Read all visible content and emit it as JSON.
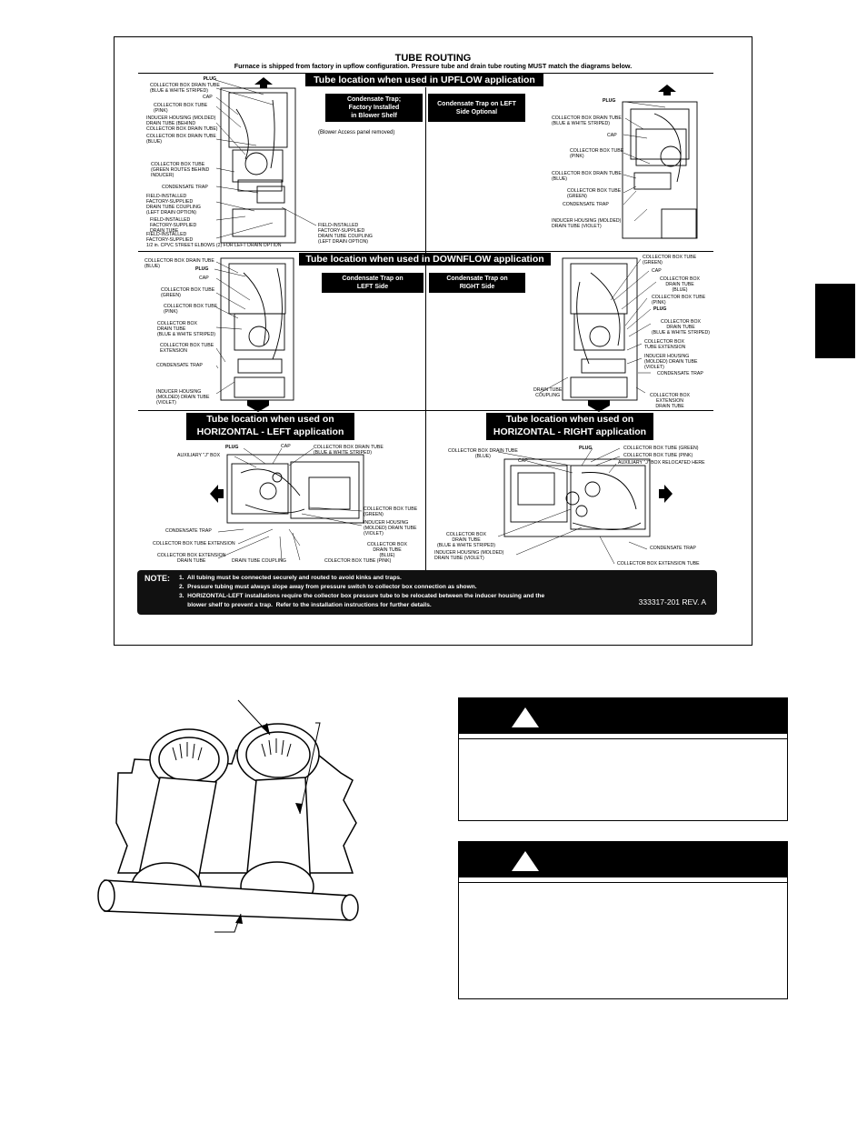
{
  "title": "TUBE ROUTING",
  "subtitle": "Furnace is shipped from factory in upflow configuration.  Pressure tube and drain tube routing MUST match the diagrams below.",
  "upflow": {
    "heading": "Tube location when used in UPFLOW application",
    "box_left": "Condensate Trap;\nFactory Installed\nin Blower Shelf",
    "box_right": "Condensate Trap on LEFT\nSide Optional",
    "panel_note": "(Blower Access panel removed)",
    "left_labels": [
      "PLUG",
      "COLLECTOR BOX DRAIN TUBE\n(BLUE & WHITE STRIPED)",
      "CAP",
      "COLLECTOR BOX TUBE\n(PINK)",
      "INDUCER HOUSING (MOLDED)\nDRAIN TUBE (BEHIND\nCOLLECTOR BOX DRAIN TUBE)",
      "COLLECTOR BOX DRAIN TUBE\n(BLUE)",
      "COLLECTOR BOX TUBE\n(GREEN ROUTES BEHIND\nINDUCER)",
      "CONDENSATE TRAP",
      "FIELD-INSTALLED\nFACTORY-SUPPLIED\nDRAIN TUBE COUPLING\n(LEFT DRAIN OPTION)",
      "FIELD-INSTALLED\nFACTORY-SUPPLIED\nDRAIN TUBE",
      "FIELD-INSTALLED\nFACTORY-SUPPLIED\n1/2 in. CPVC STREET ELBOWS (2) FOR LEFT DRAIN OPTION",
      "FIELD-INSTALLED\nFACTORY-SUPPLIED\nDRAIN TUBE COUPLING\n(LEFT DRAIN OPTION)"
    ],
    "right_labels": [
      "PLUG",
      "COLLECTOR BOX DRAIN TUBE\n(BLUE & WHITE STRIPED)",
      "CAP",
      "COLLECTOR BOX TUBE\n(PINK)",
      "COLLECTOR BOX DRAIN TUBE\n(BLUE)",
      "COLLECTOR BOX TUBE\n(GREEN)",
      "CONDENSATE TRAP",
      "INDUCER HOUSING (MOLDED)\nDRAIN TUBE  (VIOLET)"
    ]
  },
  "downflow": {
    "heading": "Tube location when used in DOWNFLOW application",
    "box_left": "Condensate Trap on\nLEFT Side",
    "box_right": "Condensate Trap on\nRIGHT Side",
    "left_labels": [
      "COLLECTOR BOX DRAIN TUBE\n(BLUE)",
      "PLUG",
      "CAP",
      "COLLECTOR BOX TUBE\n(GREEN)",
      "COLLECTOR BOX TUBE\n(PINK)",
      "COLLECTOR BOX\nDRAIN TUBE\n(BLUE & WHITE STRIPED)",
      "COLLECTOR BOX TUBE\nEXTENSION",
      "CONDENSATE TRAP",
      "INDUCER HOUSING\n(MOLDED) DRAIN TUBE\n(VIOLET)"
    ],
    "right_labels": [
      "COLLECTOR BOX TUBE\n(GREEN)",
      "CAP",
      "COLLECTOR BOX\nDRAIN TUBE\n(BLUE)",
      "COLLECTOR BOX TUBE\n(PINK)",
      "PLUG",
      "COLLECTOR BOX\nDRAIN TUBE\n(BLUE & WHITE STRIPED)",
      "COLLECTOR BOX\nTUBE EXTENSION",
      "INDUCER HOUSING\n(MOLDED) DRAIN TUBE\n(VIOLET)",
      "CONDENSATE TRAP",
      "COLLECTOR BOX\nEXTENSION\nDRAIN TUBE",
      "DRAIN TUBE\nCOUPLING"
    ]
  },
  "horizontal_left": {
    "heading": "Tube location when used on\nHORIZONTAL - LEFT application",
    "labels": [
      "AUXILIARY \"J\" BOX",
      "PLUG",
      "CAP",
      "COLLECTOR BOX DRAIN TUBE\n(BLUE & WHITE STRIPED)",
      "COLLECTOR BOX TUBE\n(GREEN)",
      "INDUCER HOUSING\n(MOLDED) DRAIN TUBE\n(VIOLET)",
      "CONDENSATE TRAP",
      "COLLECTOR BOX TUBE EXTENSION",
      "COLLECTOR BOX\nDRAIN TUBE\n(BLUE)",
      "COLLECTOR BOX  EXTENSION\nDRAIN TUBE",
      "DRAIN TUBE COUPLING",
      "COLECTOR BOX TUBE  (PINK)"
    ]
  },
  "horizontal_right": {
    "heading": "Tube location when used on\nHORIZONTAL - RIGHT application",
    "labels": [
      "COLLECTOR BOX DRAIN TUBE\n(BLUE)",
      "PLUG",
      "COLLECTOR BOX TUBE (GREEN)",
      "COLLECTOR BOX TUBE (PINK)",
      "CAP",
      "AUXILIARY \"J\" BOX  RELOCATED HERE",
      "COLLECTOR BOX\nDRAIN TUBE\n(BLUE & WHITE STRIPED)",
      "INDUCER HOUSING (MOLDED)\nDRAIN TUBE (VIOLET)",
      "CONDENSATE TRAP",
      "COLLECTOR BOX EXTENSION TUBE"
    ]
  },
  "note": {
    "label": "NOTE:",
    "items": [
      "1.  All tubing must be connected securely and routed to avoid kinks and traps.",
      "2.  Pressure tubing must always slope away from pressure switch to collector box connection as shown.",
      "3.  HORIZONTAL-LEFT installations require the collector box pressure tube to be relocated between the inducer housing and the",
      "     blower shelf to prevent a trap.  Refer to the installation instructions for further details."
    ],
    "part_number": "333317-201 REV. A"
  }
}
